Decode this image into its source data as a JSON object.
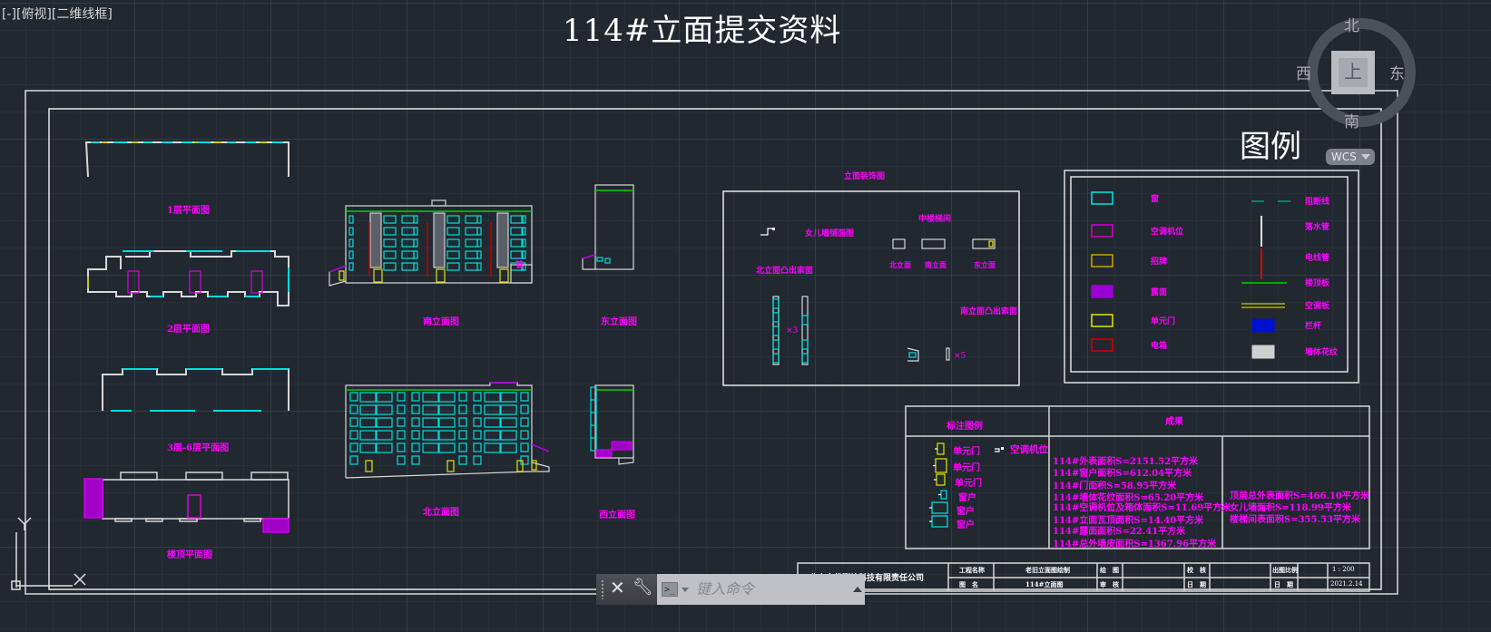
{
  "viewport": {
    "label": "[-][俯视][二维线框]"
  },
  "drawing": {
    "title": "114#立面提交资料",
    "plans": [
      {
        "label": "1层平面图"
      },
      {
        "label": "2层平面图"
      },
      {
        "label": "3层-6层平面图"
      },
      {
        "label": "楼顶平面图"
      }
    ],
    "elevations": [
      {
        "label": "南立面图"
      },
      {
        "label": "东立面图"
      },
      {
        "label": "北立面图"
      },
      {
        "label": "西立面图"
      }
    ],
    "decoration_panel": {
      "title": "立面装饰图",
      "parapet_label": "女儿墙铺面图",
      "stairwell_label": "中楼梯间",
      "stair_views": [
        "北立面",
        "南立面",
        "东立面"
      ],
      "north_bay_label": "北立面凸出索面",
      "south_bay_label": "南立面凸出索面",
      "north_multiplier": "×3",
      "south_multiplier": "×5"
    },
    "south_elevation_note": "管"
  },
  "legend": {
    "title": "图例",
    "left_items": [
      {
        "label": "窗",
        "color": "#00e5e5",
        "type": "rect"
      },
      {
        "label": "空调机位",
        "color": "#d400d4",
        "type": "rect"
      },
      {
        "label": "招牌",
        "color": "#d4a000",
        "type": "rect"
      },
      {
        "label": "露面",
        "color": "#9b00d4",
        "type": "hatch"
      },
      {
        "label": "单元门",
        "color": "#e5e500",
        "type": "rect"
      },
      {
        "label": "电箱",
        "color": "#d40000",
        "type": "rect"
      }
    ],
    "right_items": [
      {
        "label": "阻断线",
        "color": "#00a080",
        "type": "dash"
      },
      {
        "label": "落水管",
        "color": "#e0e0e0",
        "type": "vline"
      },
      {
        "label": "电线管",
        "color": "#e00000",
        "type": "vline"
      },
      {
        "label": "楼顶板",
        "color": "#00d000",
        "type": "hline"
      },
      {
        "label": "空调板",
        "color": "#b0b000",
        "type": "dline"
      },
      {
        "label": "栏杆",
        "color": "#0010d0",
        "type": "hatch"
      },
      {
        "label": "墙体花纹",
        "color": "#d0d0d0",
        "type": "hatch"
      }
    ]
  },
  "results_table": {
    "col1_header": "标注图例",
    "col2_header": "成果",
    "annotation_items": [
      {
        "label": "单元门",
        "color": "#e5e500"
      },
      {
        "label": "单元门",
        "color": "#e5e500"
      },
      {
        "label": "单元门",
        "color": "#e5e500"
      },
      {
        "label": "窗户",
        "color": "#00e5e5"
      },
      {
        "label": "窗户",
        "color": "#00e5e5"
      },
      {
        "label": "窗户",
        "color": "#00e5e5"
      }
    ],
    "ac_label": "空调机位",
    "results_left": [
      "114#外表面积S=2151.52平方米",
      "114#窗户面积S=612.04平方米",
      "114#门面积S=58.95平方米",
      "114#墙体花纹面积S=65.20平方米",
      "114#空调机位及箱体面积S=11.69平方米",
      "114#立面瓦顶面积S=14.40平方米",
      "114#露面面积S=22.41平方米",
      "114#总外墙皮面积S=1367.96平方米"
    ],
    "results_right": [
      "顶层总外表面积S=466.10平方米",
      "女儿墙面积S=118.99平方米",
      "楼梯间表面积S=355.53平方米"
    ]
  },
  "title_block": {
    "company": "北京吉优测绘科技有限责任公司",
    "project_name_label": "工程名称",
    "project_name_value": "老旧立面图绘制",
    "drawing_name_label": "图　名",
    "drawing_name_value": "114#立面图",
    "drafter_label": "绘　图",
    "designer_label": "审　核",
    "checker_label": "校　核",
    "date_label2": "日　期",
    "scale_label": "出图比例",
    "scale_value": "1 : 200",
    "date_label": "日　期",
    "date_value": "2021.2.14"
  },
  "viewcube": {
    "north": "北",
    "south": "南",
    "east": "东",
    "west": "西",
    "face": "上",
    "wcs": "WCS"
  },
  "command_line": {
    "placeholder": "键入命令",
    "value": ""
  }
}
